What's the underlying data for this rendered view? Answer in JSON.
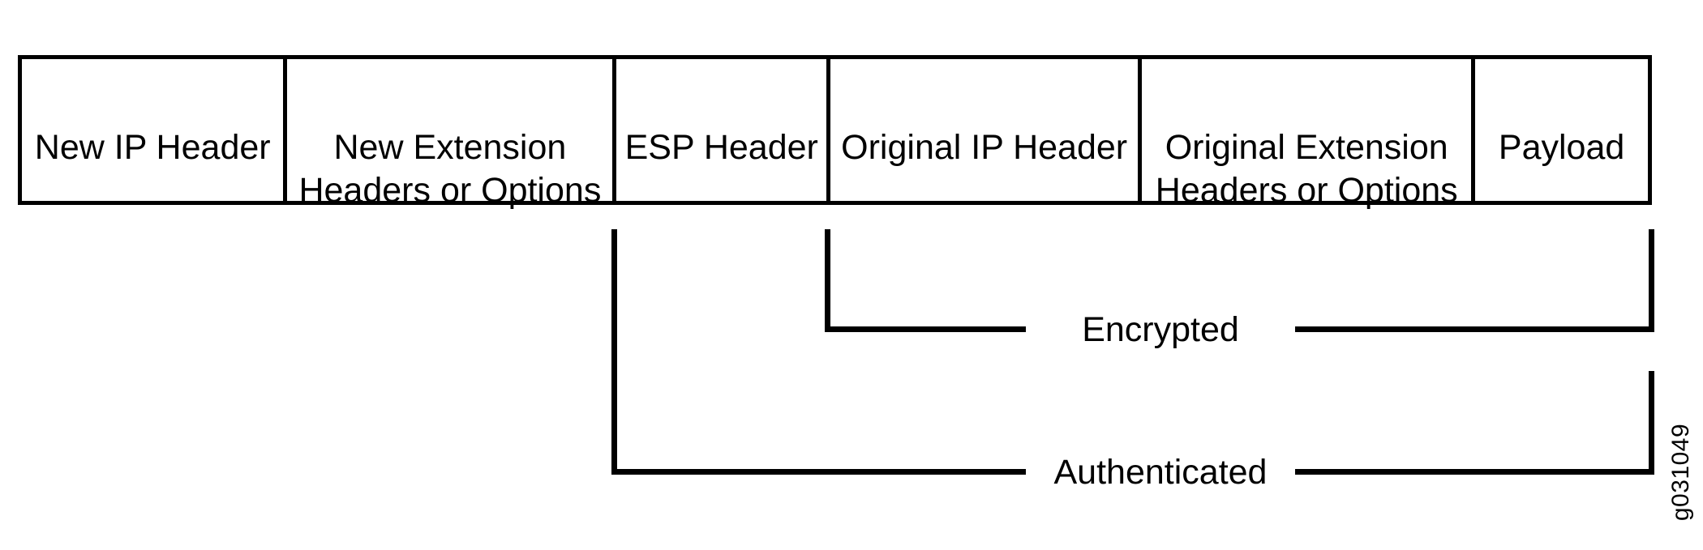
{
  "diagram": {
    "title": "ESP tunnel mode packet structure",
    "packet_fields": [
      {
        "label": "New IP Header"
      },
      {
        "label": "New Extension\nHeaders or Options"
      },
      {
        "label": "ESP Header"
      },
      {
        "label": "Original IP Header"
      },
      {
        "label": "Original Extension\nHeaders or Options"
      },
      {
        "label": "Payload"
      }
    ],
    "annotations": {
      "encrypted_label": "Encrypted",
      "authenticated_label": "Authenticated"
    },
    "figure_id": "g031049",
    "colors": {
      "line": "#000000",
      "background": "#ffffff",
      "text": "#000000"
    }
  }
}
